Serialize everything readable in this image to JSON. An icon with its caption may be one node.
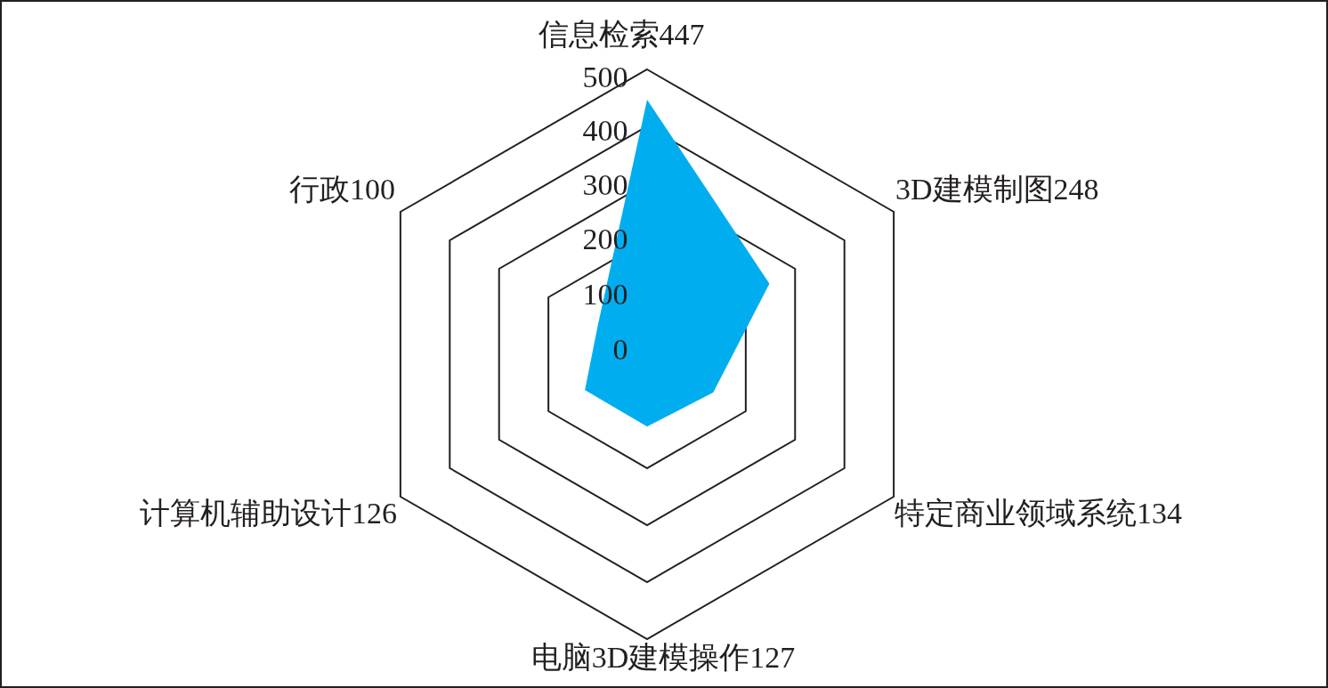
{
  "diagram": {
    "labels": [
      "信息检索447",
      "500",
      "400",
      "300",
      "200",
      "100",
      "0",
      "行政100",
      "3D建模制图248",
      "计算机辅助设计126",
      "特定商业领域系统134",
      "电脑3D建模操作127"
    ]
  }
}
